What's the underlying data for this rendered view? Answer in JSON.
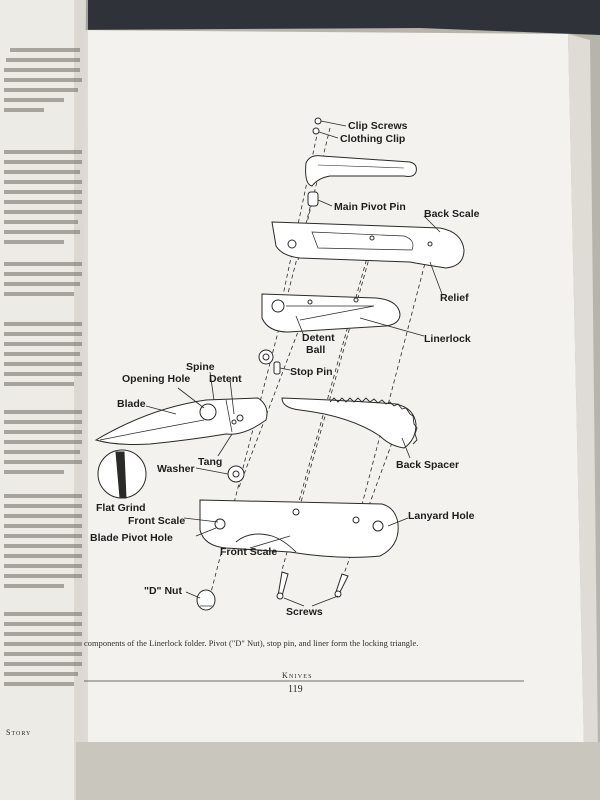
{
  "book": {
    "running_head": "Knives",
    "page_number": "119",
    "caption": "components of the Linerlock folder. Pivot (\"D\" Nut), stop pin, and liner form the locking triangle.",
    "left_page_footer": "Story"
  },
  "labels": {
    "clip_screws": "Clip Screws",
    "clothing_clip": "Clothing Clip",
    "main_pivot_pin": "Main Pivot Pin",
    "back_scale": "Back Scale",
    "relief": "Relief",
    "linerlock": "Linerlock",
    "detent_ball_1": "Detent",
    "detent_ball_2": "Ball",
    "stop_pin": "Stop Pin",
    "spine": "Spine",
    "opening_hole": "Opening Hole",
    "detent": "Detent",
    "blade": "Blade",
    "back_spacer": "Back Spacer",
    "tang": "Tang",
    "washer": "Washer",
    "flat_grind": "Flat Grind",
    "front_scale_1": "Front Scale",
    "blade_pivot_hole": "Blade Pivot Hole",
    "front_scale_2": "Front Scale",
    "lanyard_hole": "Lanyard Hole",
    "d_nut": "\"D\" Nut",
    "screws": "Screws"
  }
}
